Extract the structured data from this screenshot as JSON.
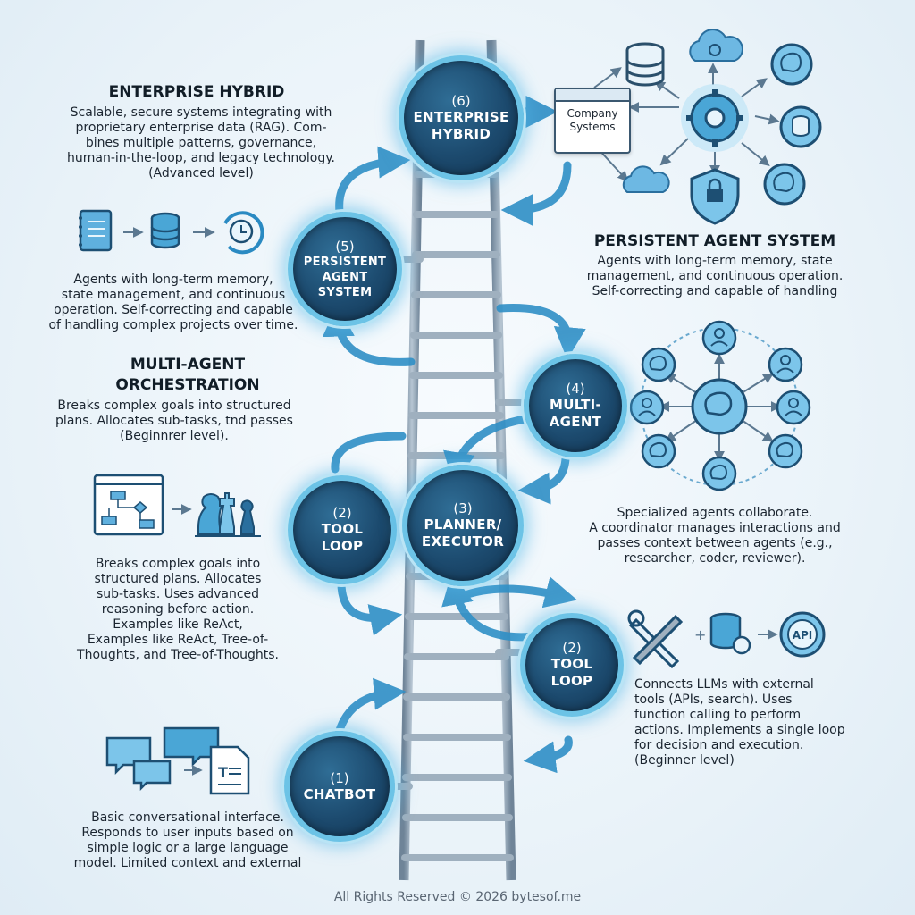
{
  "nodes": {
    "chatbot": {
      "num": "(1)",
      "label": "CHATBOT"
    },
    "tool_loop_left": {
      "num": "(2)",
      "label_1": "TOOL",
      "label_2": "LOOP"
    },
    "tool_loop_right": {
      "num": "(2)",
      "label_1": "TOOL",
      "label_2": "LOOP"
    },
    "planner": {
      "num": "(3)",
      "label_1": "PLANNER/",
      "label_2": "EXECUTOR"
    },
    "multi_agent": {
      "num": "(4)",
      "label_1": "MULTI-",
      "label_2": "AGENT"
    },
    "persistent": {
      "num": "(5)",
      "label_1": "PERSISTENT",
      "label_2": "AGENT",
      "label_3": "SYSTEM"
    },
    "enterprise": {
      "num": "(6)",
      "label_1": "ENTERPRISE",
      "label_2": "HYBRID"
    }
  },
  "enterprise_hybrid": {
    "heading": "ENTERPRISE HYBRID",
    "lines": [
      "Scalable, secure systems integrating with",
      "proprietary enterprise data (RAG). Com-",
      "bines multiple patterns, governance,",
      "human-in-the-loop, and legacy technology.",
      "(Advanced level)"
    ]
  },
  "company_systems": {
    "line_1": "Company",
    "line_2": "Systems"
  },
  "persistent_left": {
    "lines": [
      "Agents with long-term memory,",
      "state management, and continuous",
      "operation. Self-correcting and capable",
      "of handling complex projects over time."
    ]
  },
  "persistent_right": {
    "heading": "PERSISTENT AGENT SYSTEM",
    "lines": [
      "Agents with long-term memory, state",
      "management, and continuous operation.",
      "Self-correcting and capable of handling"
    ]
  },
  "multi_agent_orchestration": {
    "heading_1": "MULTI-AGENT",
    "heading_2": "ORCHESTRATION",
    "lines": [
      "Breaks complex goals into structured",
      "plans. Allocates sub-tasks, tnd passes",
      "(Beginnrer level)."
    ]
  },
  "multi_agent_desc": {
    "lines": [
      "Specialized agents collaborate.",
      "A coordinator manages interactions and",
      "passes context between agents (e.g.,",
      "researcher, coder, reviewer)."
    ]
  },
  "planner_desc": {
    "lines": [
      "Breaks complex goals into",
      "structured plans. Allocates",
      "sub-tasks. Uses advanced",
      "reasoning before action.",
      "Examples like ReAct,",
      "Examples like ReAct, Tree-of-",
      "Thoughts, and Tree-of-Thoughts."
    ]
  },
  "tool_loop_desc": {
    "lines": [
      "Connects LLMs with external",
      "tools (APIs, search). Uses",
      "function calling to perform",
      "actions. Implements a single loop",
      "for decision and execution.",
      "(Beginner level)"
    ]
  },
  "chatbot_desc": {
    "lines": [
      "Basic conversational interface.",
      "Responds to user inputs based on",
      "simple logic or a large language",
      "model. Limited context and external"
    ]
  },
  "api_label": "API",
  "icons": [
    "notebook-icon",
    "database-icon",
    "clock-cycle-icon",
    "flowchart-icon",
    "chess-icon",
    "chat-bubbles-icon",
    "document-icon",
    "wrench-screwdriver-icon",
    "database-gear-icon",
    "api-gear-icon",
    "cloud-icon",
    "gear-hub-icon",
    "brain-icon",
    "shield-lock-icon",
    "person-icon"
  ],
  "colors": {
    "node_fill": "#1c4a6e",
    "node_ring": "#6cc3e6",
    "arrow": "#2f8fc6",
    "ladder": "#8195a8",
    "icon": "#2a6f9e"
  },
  "footer": "All Rights Reserved © 2026 bytesof.me"
}
